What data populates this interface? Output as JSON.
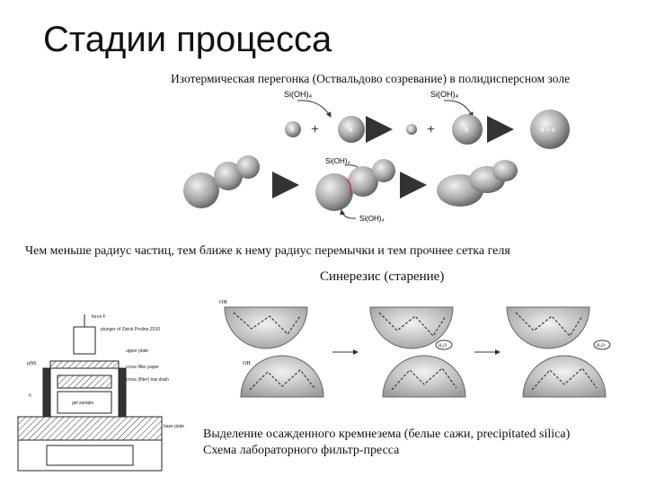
{
  "title": "Стадии процесса",
  "ostwald": {
    "caption": "Изотермическая перегонка (Оствальдово созревание) в полидисперсном золе",
    "labels": [
      "A",
      "B",
      "A",
      "B",
      "B + A"
    ],
    "reagent": "Si(OH)₄",
    "plus": "+"
  },
  "sintering": {
    "reagent": "Si(OH)₄"
  },
  "neck_caption": "Чем меньше радиус частиц, тем ближе к нему радиус перемычки и тем прочнее сетка геля",
  "syneresis": {
    "caption": "Синерезис (старение)",
    "group_label": "OH",
    "water_label": "H₂O"
  },
  "filter_press": {
    "line1": "Выделение осажденного кремнезема (белые сажи, precipitated silica)",
    "line2": "Схема лабораторного фильтр-пресса",
    "labels": [
      "force F",
      "plunger of Zwick Proline Z010",
      "upper plate",
      "cross filter paper",
      "cross (filter) tow drain",
      "gel sample",
      "base plate",
      "p(M)",
      "h"
    ]
  }
}
